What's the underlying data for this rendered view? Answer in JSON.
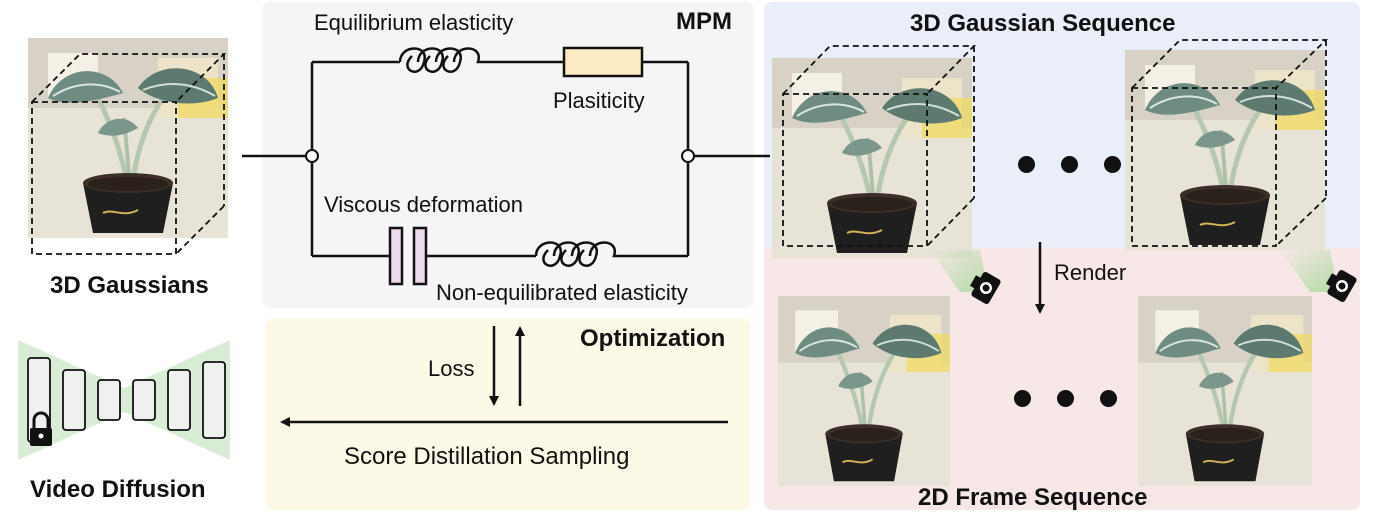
{
  "mpm": {
    "title": "MPM",
    "equilibrium_label": "Equilibrium elasticity",
    "plasticity_label": "Plasiticity",
    "viscous_label": "Viscous deformation",
    "nonequilibrated_label": "Non-equilibrated elasticity"
  },
  "optimization": {
    "title": "Optimization",
    "loss_label": "Loss",
    "sds_label": "Score Distillation Sampling"
  },
  "left": {
    "gaussians_label": "3D Gaussians",
    "video_diffusion_label": "Video Diffusion"
  },
  "right": {
    "gaussian_sequence_title": "3D Gaussian Sequence",
    "render_label": "Render",
    "frame_sequence_title": "2D Frame Sequence"
  },
  "colors": {
    "mpm_panel": "#f5f5f5",
    "optimization_panel": "#fdf9e7",
    "gaussian_panel": "#e9eef8",
    "frame_panel": "#f8e7e7",
    "plasticity_box": "#fdebc3",
    "viscous_plates": "#ecd9ee",
    "diffusion_bg": "#d9ecd6",
    "camera_glow": "#a6d99a"
  },
  "icons": [
    "plant-image",
    "lock-icon",
    "camera-icon",
    "spring-icon",
    "damper-icon"
  ]
}
